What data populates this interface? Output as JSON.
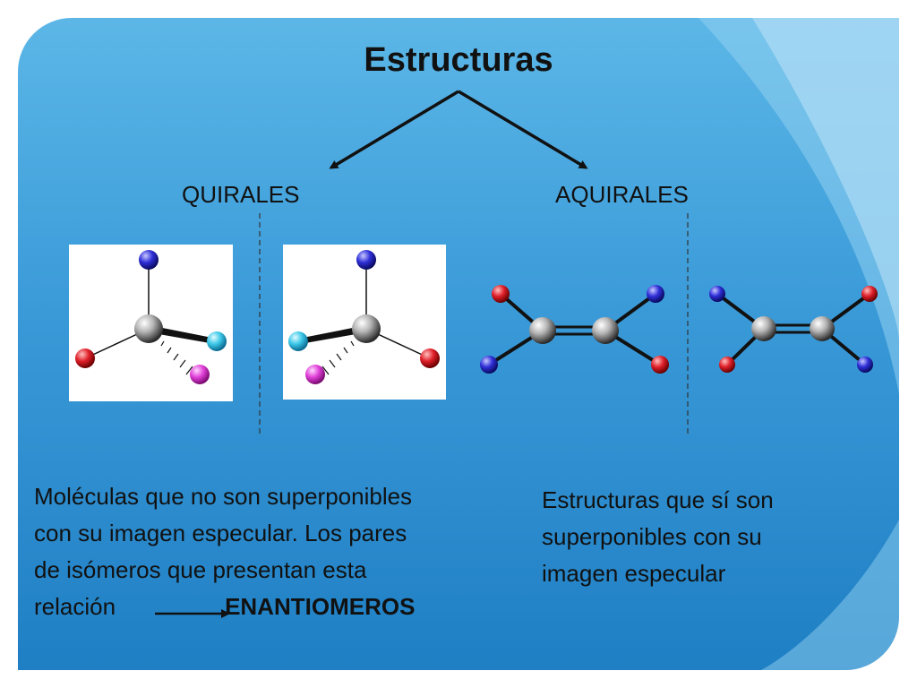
{
  "title": "Estructuras",
  "branches": {
    "left": "QUIRALES",
    "right": "AQUIRALES"
  },
  "descriptions": {
    "chiral": {
      "line1": "Moléculas que no son superponibles",
      "line2": "con su imagen especular. Los pares",
      "line3": "de isómeros que presentan esta",
      "line4_prefix": "relación",
      "term": "ENANTIOMEROS"
    },
    "achiral": {
      "line1": "Estructuras que sí son",
      "line2": "superponibles con su",
      "line3": "imagen especular"
    }
  },
  "atom_colors": {
    "carbon": "#8a8a8a",
    "blue": "#2f2fd8",
    "red": "#e0202a",
    "cyan": "#3cc8e8",
    "magenta": "#e040d8"
  }
}
